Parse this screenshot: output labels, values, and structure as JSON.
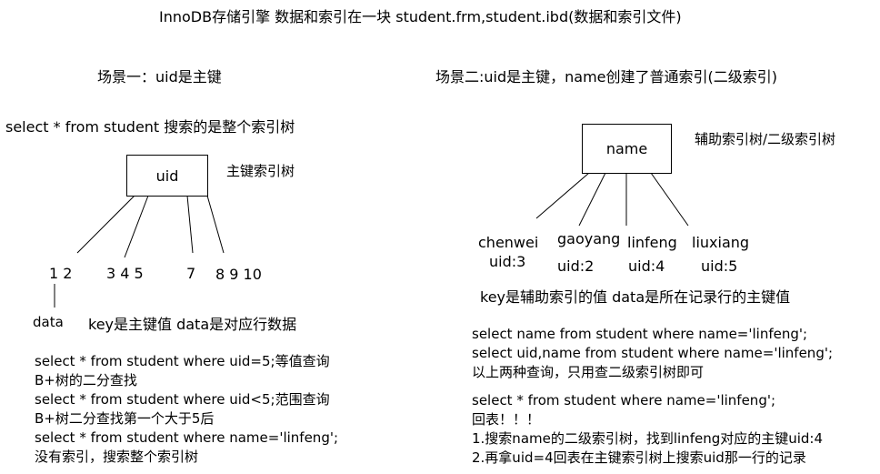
{
  "header": {
    "title": "InnoDB存储引擎    数据和索引在一块   student.frm,student.ibd(数据和索引文件)"
  },
  "scene1": {
    "heading": "场景一：uid是主键",
    "query_note": "select * from student     搜索的是整个索引树",
    "root_node": "uid",
    "tree_label": "主键索引树",
    "leaves": [
      "1 2",
      "3 4 5",
      "7",
      "8 9 10"
    ],
    "data_label": "data",
    "desc": "key是主键值 data是对应行数据",
    "queries": [
      "select * from student where uid=5;等值查询",
      "B+树的二分查找",
      "select * from student where uid<5;范围查询",
      "B+树二分查找第一个大于5后",
      "select * from student where name='linfeng';",
      "没有索引，搜索整个索引树"
    ]
  },
  "scene2": {
    "heading": "场景二:uid是主键，name创建了普通索引(二级索引)",
    "root_node": "name",
    "tree_label": "辅助索引树/二级索引树",
    "leaves": [
      {
        "name": "chenwei",
        "uid": "uid:3"
      },
      {
        "name": "gaoyang",
        "uid": "uid:2"
      },
      {
        "name": "linfeng",
        "uid": "uid:4"
      },
      {
        "name": "liuxiang",
        "uid": "uid:5"
      }
    ],
    "desc": "key是辅助索引的值 data是所在记录行的主键值",
    "queries_a": [
      "select name from student where name='linfeng';",
      "select uid,name from student where name='linfeng';",
      "以上两种查询，只用查二级索引树即可"
    ],
    "queries_b": [
      "select * from student where name='linfeng';",
      "回表！！！",
      "1.搜索name的二级索引树，找到linfeng对应的主键uid:4",
      "2.再拿uid=4回表在主键索引树上搜索uid那一行的记录"
    ]
  }
}
